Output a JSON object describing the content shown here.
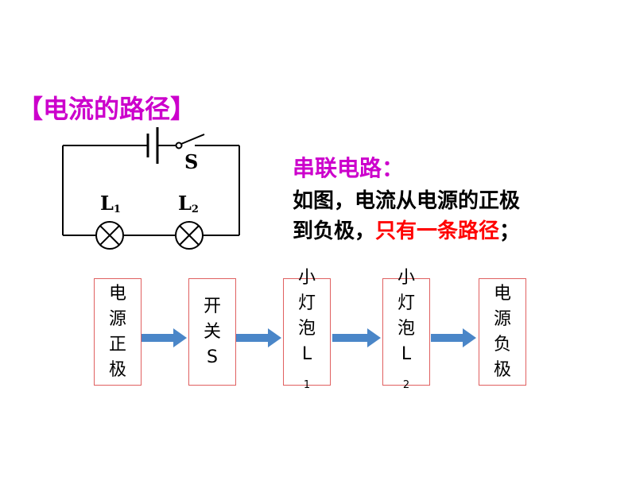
{
  "title": "【电流的路径】",
  "circuit": {
    "switch_label": "S",
    "lamp1": {
      "letter": "L",
      "sub": "1"
    },
    "lamp2": {
      "letter": "L",
      "sub": "2"
    }
  },
  "series": {
    "title": "串联电路：",
    "line1": "如图，电流从电源的正极",
    "line2_prefix": "到负极，",
    "line2_highlight": "只有一条路径",
    "line2_suffix": "；"
  },
  "flow": [
    {
      "chars": [
        "电",
        "源",
        "正",
        "极"
      ],
      "sub": ""
    },
    {
      "chars": [
        "开",
        "关",
        "S"
      ],
      "sub": ""
    },
    {
      "chars": [
        "小",
        "灯",
        "泡",
        "L"
      ],
      "sub": "1"
    },
    {
      "chars": [
        "小",
        "灯",
        "泡",
        "L"
      ],
      "sub": "2"
    },
    {
      "chars": [
        "电",
        "源",
        "负",
        "极"
      ],
      "sub": ""
    }
  ],
  "colors": {
    "title": "#cc00cc",
    "highlight": "#ff0000",
    "arrow": "#4a86c8",
    "box_border": "#e06060"
  }
}
